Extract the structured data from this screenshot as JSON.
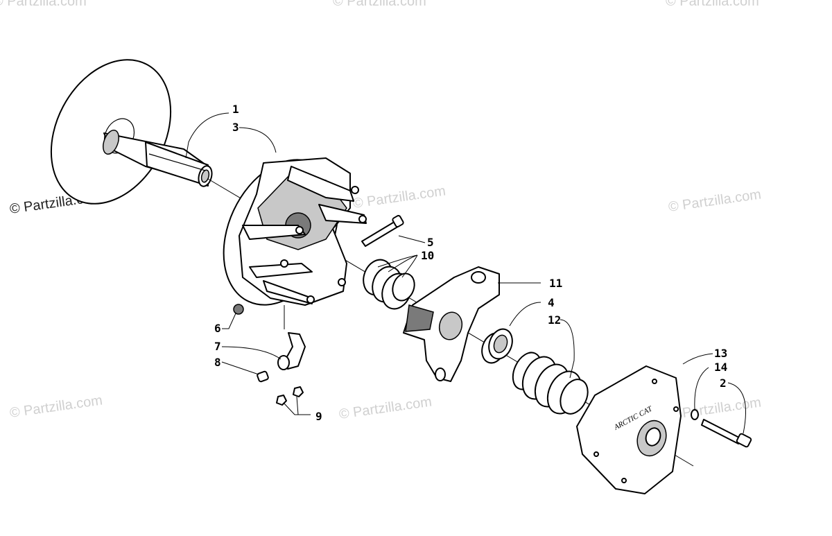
{
  "callouts": {
    "n1": "1",
    "n3": "3",
    "n5": "5",
    "n10": "10",
    "n11": "11",
    "n4": "4",
    "n12": "12",
    "n6": "6",
    "n7": "7",
    "n8": "8",
    "n9": "9",
    "n13": "13",
    "n14": "14",
    "n2": "2"
  },
  "watermark": {
    "text": "© Partzilla.com"
  },
  "cover_logo": {
    "text": "ARCTIC CAT"
  }
}
